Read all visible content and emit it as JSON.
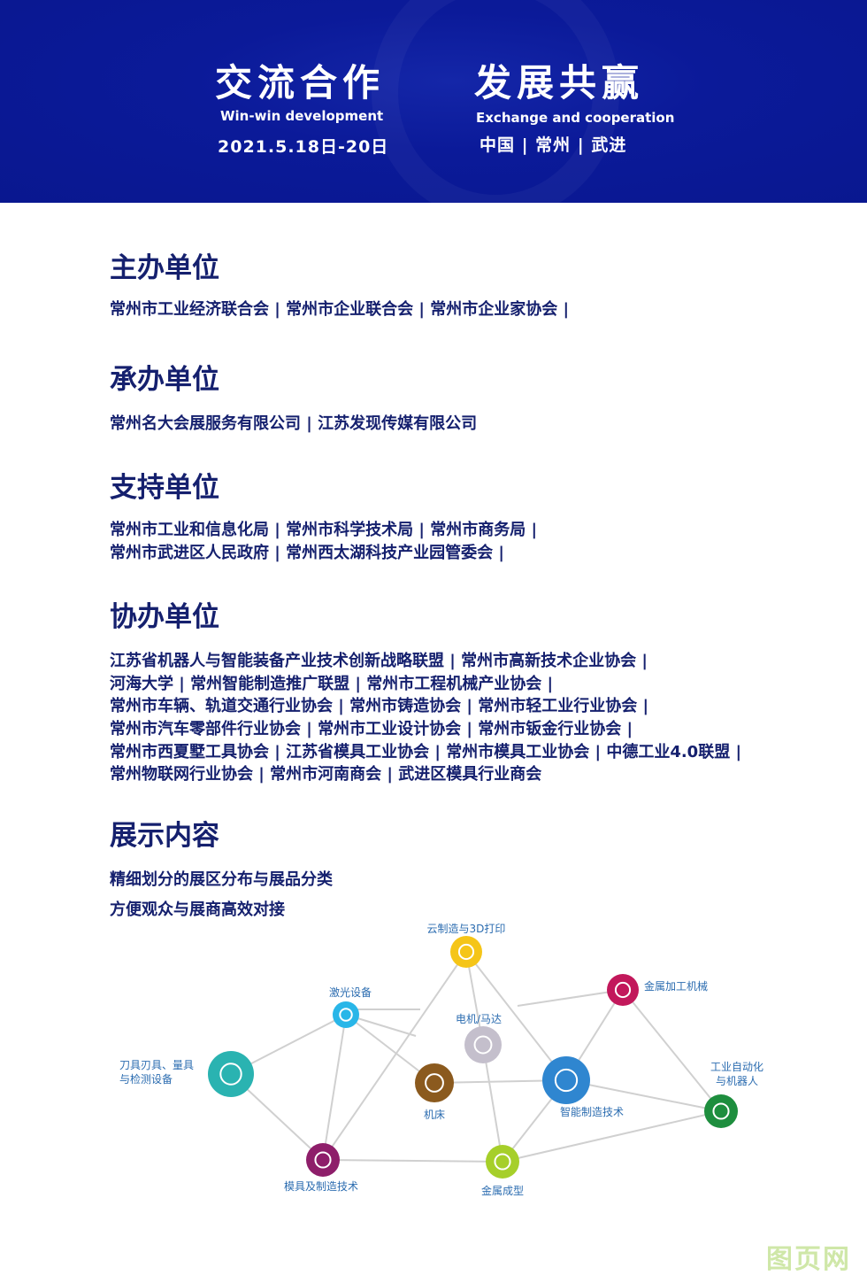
{
  "header": {
    "title_left": "交流合作",
    "sub_left": "Win-win development",
    "date": "2021.5.18日-20日",
    "title_right": "发展共赢",
    "sub_right": "Exchange and cooperation",
    "location": "中国 | 常州 | 武进"
  },
  "sections": [
    {
      "title": "主办单位",
      "lines": [
        "常州市工业经济联合会 | 常州市企业联合会 | 常州市企业家协会 |"
      ]
    },
    {
      "title": "承办单位",
      "lines": [
        "常州名大会展服务有限公司 | 江苏发现传媒有限公司"
      ]
    },
    {
      "title": "支持单位",
      "lines": [
        "常州市工业和信息化局 | 常州市科学技术局 | 常州市商务局 |",
        "常州市武进区人民政府 | 常州西太湖科技产业园管委会 |"
      ]
    },
    {
      "title": "协办单位",
      "lines": [
        "江苏省机器人与智能装备产业技术创新战略联盟 | 常州市高新技术企业协会 |",
        "河海大学 | 常州智能制造推广联盟 | 常州市工程机械产业协会 |",
        "常州市车辆、轨道交通行业协会 | 常州市铸造协会 | 常州市轻工业行业协会 |",
        "常州市汽车零部件行业协会 | 常州市工业设计协会 | 常州市钣金行业协会 |",
        "常州市西夏墅工具协会 | 江苏省模具工业协会 | 常州市模具工业协会 | 中德工业4.0联盟 |",
        "常州物联网行业协会 | 常州市河南商会 | 武进区模具行业商会"
      ]
    },
    {
      "title": "展示内容",
      "lines": [
        "精细划分的展区分布与展品分类",
        "方便观众与展商高效对接"
      ]
    }
  ],
  "network": {
    "nodes": [
      {
        "label": "云制造与3D打印",
        "label2": "",
        "color": "#f5c518",
        "icon": "atom-icon"
      },
      {
        "label": "激光设备",
        "label2": "",
        "color": "#29b6e8",
        "icon": "gauge-icon"
      },
      {
        "label": "电机/马达",
        "label2": "",
        "color": "#c4bfcc",
        "icon": "motor-icon"
      },
      {
        "label": "金属加工机械",
        "label2": "",
        "color": "#c2185b",
        "icon": "machine-icon"
      },
      {
        "label": "刀具刃具、量具",
        "label2": "与检测设备",
        "color": "#2ab3b1",
        "icon": "molecule-icon"
      },
      {
        "label": "机床",
        "label2": "",
        "color": "#8b5a1e",
        "icon": "lathe-icon"
      },
      {
        "label": "智能制造技术",
        "label2": "",
        "color": "#2f86d0",
        "icon": "wifi-icon"
      },
      {
        "label": "工业自动化",
        "label2": "与机器人",
        "color": "#1e8e3e",
        "icon": "robot-arm-icon"
      },
      {
        "label": "模具及制造技术",
        "label2": "",
        "color": "#8e1e6a",
        "icon": "chart-icon"
      },
      {
        "label": "金属成型",
        "label2": "",
        "color": "#a6cf2a",
        "icon": "recycle-icon"
      }
    ]
  },
  "watermark": "图页网"
}
